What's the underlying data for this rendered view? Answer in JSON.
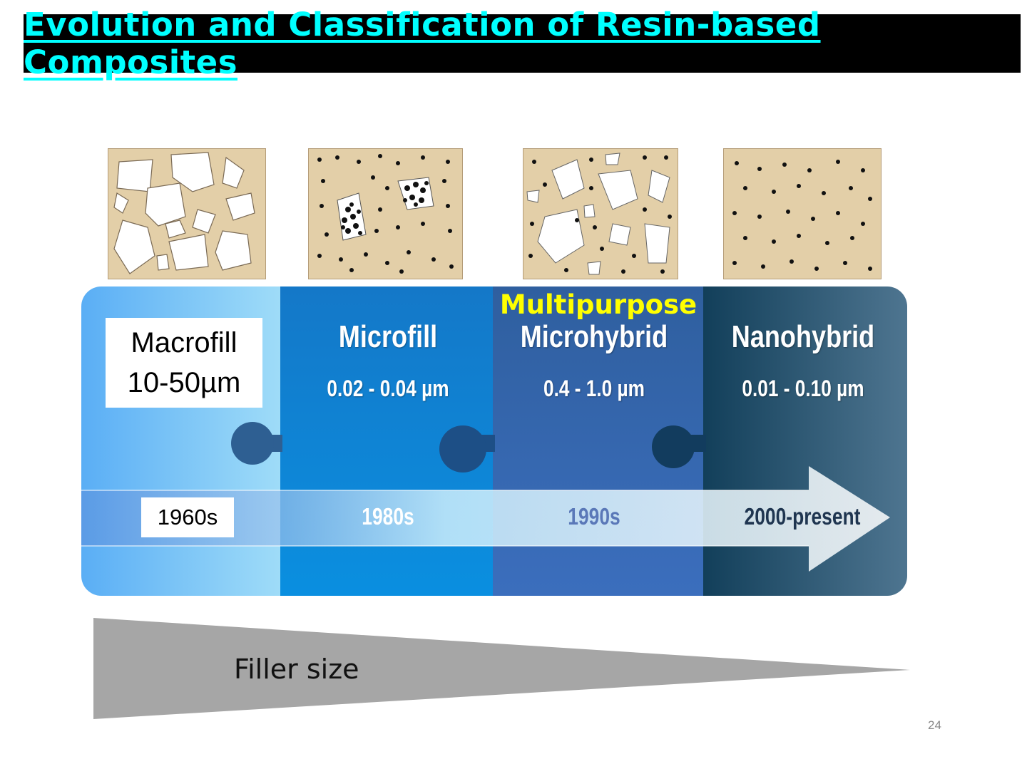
{
  "title": "Evolution and Classification of Resin-based Composites",
  "categories": [
    {
      "name": "Macrofill",
      "range": "10-50µm",
      "era": "1960s"
    },
    {
      "name": "Microfill",
      "range": "0.02 - 0.04 µm",
      "era": "1980s"
    },
    {
      "name": "Microhybrid",
      "range": "0.4 - 1.0 µm",
      "era": "1990s",
      "tag": "Multipurpose"
    },
    {
      "name": "Nanohybrid",
      "range": "0.01 - 0.10 µm",
      "era": "2000-present"
    }
  ],
  "filler_label": "Filler size",
  "page_number": "24",
  "colors": {
    "title_bg": "#000000",
    "title_text": "#00ffff",
    "tag": "#ffff00",
    "texture": "#e3cfa8"
  }
}
